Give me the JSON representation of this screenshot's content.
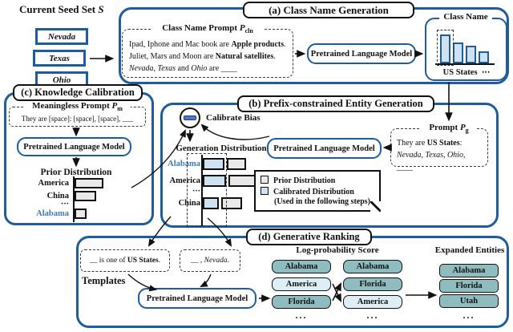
{
  "colors": {
    "blue": "#1d5d9b",
    "light_bar": "#cfe2f2",
    "gray_bar": "#e9e9e9",
    "teal": "#8fbdbf",
    "light_entity": "#ddeef5",
    "alabama_blue": "#3d7ab8"
  },
  "plm_label": "Pretrained Language Model",
  "seed_set": {
    "title_main": "Current Seed Set ",
    "title_var": "S",
    "items": [
      "Nevada",
      "Texas",
      "Ohio"
    ]
  },
  "panel_a": {
    "title": "(a) Class Name Generation",
    "prompt_label_main": "Class Name Prompt ",
    "prompt_label_var": "P",
    "prompt_label_sub": "cln",
    "line1_pre": "Ipad, Iphone and Mac book are ",
    "line1_bold": "Apple products",
    "line1_end": ".",
    "line2_pre": "Juliet, Mars and Moon are ",
    "line2_bold": "Natural satellites",
    "line2_end": ".",
    "line3_it1": "Nevada",
    "line3_mid1": ", ",
    "line3_it2": "Texas",
    "line3_mid2": " and ",
    "line3_it3": "Ohio",
    "line3_end": " are ____",
    "output_label": "Class Name",
    "output_value": "US States",
    "output_ellipsis": "⋯",
    "bars": [
      36,
      26,
      22,
      15
    ]
  },
  "panel_c": {
    "title": "(c) Knowledge Calibration",
    "prompt_label_main": "Meaningless Prompt ",
    "prompt_label_var": "P",
    "prompt_label_sub": "m",
    "prompt_text": "They are [space]: [space], [space], ___",
    "dist_label": "Prior Distribution",
    "rows": [
      {
        "label": "America",
        "value": 36
      },
      {
        "label": "China",
        "value": 27
      },
      {
        "label": "···"
      },
      {
        "label": "Alabama",
        "value": 15
      }
    ]
  },
  "panel_b": {
    "title": "(b) Prefix-constrained Entity Generation",
    "calibrate_label": "Calibrate Bias",
    "dist_label": "Generation Distribution",
    "rows": [
      {
        "label": "Alabama",
        "calibrated": 27,
        "prior": 24
      },
      {
        "label": "America",
        "calibrated": 29,
        "prior": 52
      },
      {
        "label": "···"
      },
      {
        "label": "China",
        "calibrated": 20,
        "prior": 26
      }
    ],
    "legend": {
      "prior": "Prior Distribution",
      "calibrated_line1": "Calibrated Distribution",
      "calibrated_line2": "(Used in the following steps)"
    },
    "prompt_label_main": "Prompt ",
    "prompt_label_var": "P",
    "prompt_label_sub": "g",
    "prompt_pre": "They are ",
    "prompt_bold": "US States",
    "prompt_mid": ": ",
    "prompt_it": "Nevada, Texas, Ohio",
    "prompt_end": ", ____"
  },
  "panel_d": {
    "title": "(d) Generative Ranking",
    "templates_label": "Templates",
    "template1_blank": "__",
    "template1_mid": " is one of ",
    "template1_bold": "US States",
    "template1_end": ".",
    "template2_blank": "__",
    "template2_mid": " , ",
    "template2_it": "Nevada",
    "template2_end": ".",
    "score_header": "Log-probability Score",
    "expanded_header": "Expanded Entities",
    "col1": [
      {
        "label": "Alabama",
        "type": "teal"
      },
      {
        "label": "America",
        "type": "light"
      },
      {
        "label": "Florida",
        "type": "teal"
      }
    ],
    "col2": [
      {
        "label": "Alabama",
        "type": "teal"
      },
      {
        "label": "Florida",
        "type": "teal"
      },
      {
        "label": "America",
        "type": "light"
      }
    ],
    "col3": [
      {
        "label": "Alabama",
        "type": "teal"
      },
      {
        "label": "Florida",
        "type": "teal"
      },
      {
        "label": "Utah",
        "type": "teal"
      }
    ],
    "ellipsis": "..."
  }
}
